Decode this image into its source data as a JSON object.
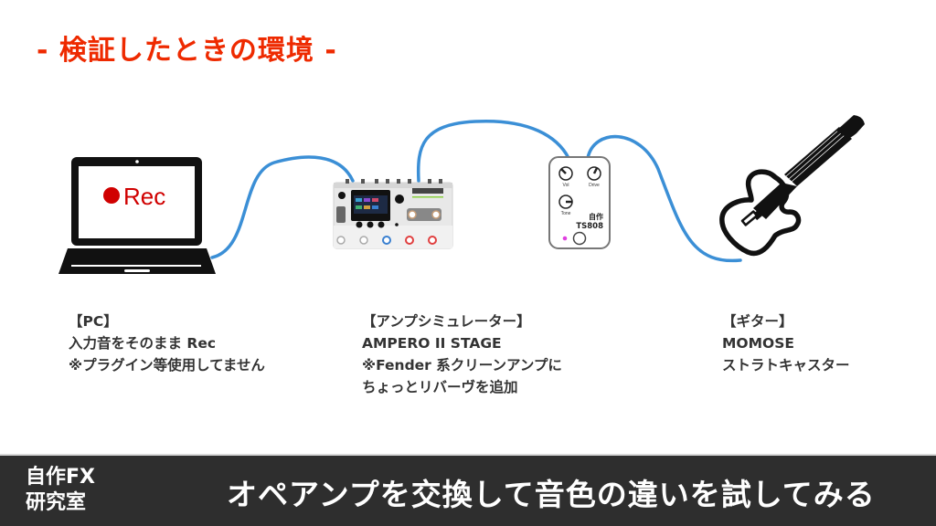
{
  "title": "- 検証したときの環境 -",
  "colors": {
    "title": "#ee2a00",
    "cable": "#3b8fd6",
    "rec_red": "#d00000",
    "footer_bg": "#2e2e2e",
    "pedal_led": "#e040e0"
  },
  "devices": {
    "pc": {
      "icon": "laptop-icon",
      "screen_text": "Rec",
      "screen_icon": "record-dot-icon"
    },
    "amp_sim": {
      "icon": "multi-effects-pedal-icon"
    },
    "pedal": {
      "icon": "overdrive-pedal-icon",
      "knobs": [
        "Vol",
        "Drive",
        "Tone"
      ],
      "label_line1": "自作",
      "label_line2": "TS808"
    },
    "guitar": {
      "icon": "electric-guitar-icon"
    }
  },
  "labels": {
    "pc": [
      "【PC】",
      "入力音をそのまま Rec",
      "※プラグイン等使用してません"
    ],
    "amp_sim": [
      "【アンプシミュレーター】",
      "AMPERO II STAGE",
      "※Fender 系クリーンアンプに",
      "ちょっとリバーヴを追加"
    ],
    "guitar": [
      "【ギター】",
      "MOMOSE",
      "ストラトキャスター"
    ]
  },
  "footer": {
    "logo_line1": "自作FX",
    "logo_line2": "研究室",
    "title": "オペアンプを交換して音色の違いを試してみる"
  }
}
